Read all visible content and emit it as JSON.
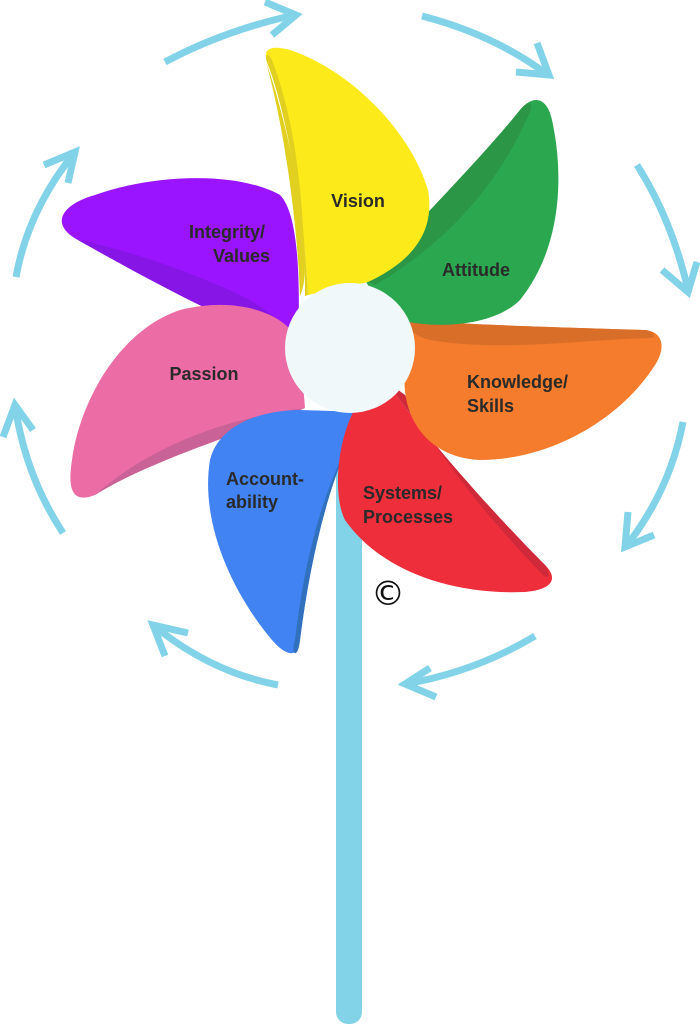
{
  "diagram": {
    "type": "pinwheel",
    "colors": {
      "stick": "#82d3e8",
      "arrows": "#82d3e8",
      "hub": "#f0f8fa",
      "label_text": "#2a2a2a"
    },
    "blades": [
      {
        "id": "vision",
        "lines": [
          "Vision"
        ],
        "color": "#fcea1a",
        "shade": "#e2d020"
      },
      {
        "id": "attitude",
        "lines": [
          "Attitude"
        ],
        "color": "#2ba84f",
        "shade": "#2b9646"
      },
      {
        "id": "knowledge-skills",
        "lines": [
          "Knowledge/",
          "Skills"
        ],
        "color": "#f47c2c",
        "shade": "#d96e28"
      },
      {
        "id": "systems-processes",
        "lines": [
          "Systems/",
          "Processes"
        ],
        "color": "#ee2e3a",
        "shade": "#d02a3a"
      },
      {
        "id": "accountability",
        "lines": [
          "Account-",
          "ability"
        ],
        "color": "#4183f3",
        "shade": "#3170bd"
      },
      {
        "id": "passion",
        "lines": [
          "Passion"
        ],
        "color": "#ec6ca6",
        "shade": "#c96296"
      },
      {
        "id": "integrity-values",
        "lines": [
          "Integrity/",
          "Values"
        ],
        "color": "#9b14ff",
        "shade": "#8615e6"
      }
    ],
    "rotation_direction": "clockwise",
    "copyright_symbol": "©"
  }
}
